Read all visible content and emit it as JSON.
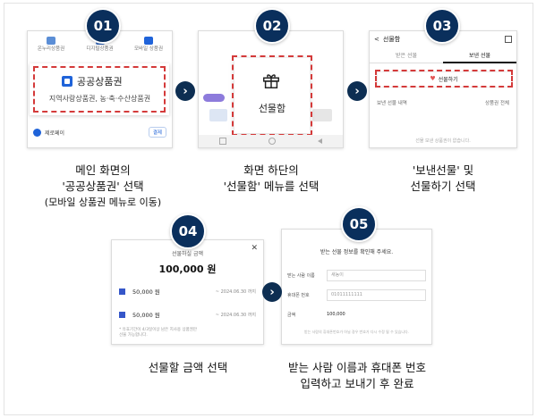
{
  "steps": {
    "s1": {
      "badge": "01",
      "menu_items": [
        "온누리상품권",
        "디지털상품권",
        "모바일 상품권"
      ],
      "popup_title": "공공상품권",
      "popup_desc": "지역사랑상품권, 농·축·수산상품권",
      "row_label": "제로페이",
      "row_btn": "결제",
      "caption": [
        "메인 화면의",
        "'공공상품권' 선택"
      ],
      "caption_small": "(모바일 상품권 메뉴로 이동)"
    },
    "s2": {
      "badge": "02",
      "menu_label": "선물함",
      "caption": [
        "화면 하단의",
        "'선물함' 메뉴를 선택"
      ]
    },
    "s3": {
      "badge": "03",
      "back": "<",
      "title": "선물함",
      "tabs": [
        "받은 선물",
        "보낸 선물"
      ],
      "gift_btn": "선물하기",
      "list_left": "보낸 선물 내역",
      "list_right": "상품권 전체",
      "empty": "선물 보낸 상품권이 없습니다.",
      "caption": [
        "'보낸선물' 및",
        "선물하기 선택"
      ]
    },
    "s4": {
      "badge": "04",
      "title": "선물하실 금액",
      "amount": "100,000 원",
      "rows": [
        {
          "value": "50,000 원",
          "expiry": "~ 2024.06.30 까지"
        },
        {
          "value": "50,000 원",
          "expiry": "~ 2024.06.30 까지"
        }
      ],
      "note": "* 유효기간이 4/3일이상 남은 지사용 상품권만 선물 가능합니다.",
      "caption": "선물할 금액 선택"
    },
    "s5": {
      "badge": "05",
      "title": "받는 선물 정보를 확인해 주세요.",
      "fields": [
        {
          "label": "받는 사람 이름",
          "value": "새농이"
        },
        {
          "label": "휴대폰 번호",
          "value": "01011111111"
        },
        {
          "label": "금액",
          "value": "100,000"
        }
      ],
      "note": "받는 사람의 휴대폰번호가 아닐 경우 번호가 다시 수정 될 수 있습니다.",
      "caption": [
        "받는 사람 이름과 휴대폰 번호",
        "입력하고 보내기 후 완료"
      ]
    }
  },
  "arrow_glyph": "›"
}
